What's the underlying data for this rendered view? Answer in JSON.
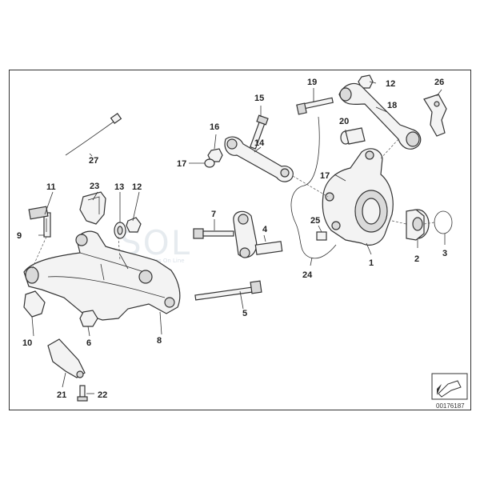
{
  "callouts": {
    "c1": "1",
    "c2": "2",
    "c3": "3",
    "c4": "4",
    "c5": "5",
    "c6": "6",
    "c7": "7",
    "c8": "8",
    "c9": "9",
    "c10": "10",
    "c11": "11",
    "c12a": "12",
    "c12b": "12",
    "c13": "13",
    "c14": "14",
    "c15": "15",
    "c16": "16",
    "c17a": "17",
    "c17b": "17",
    "c18": "18",
    "c19": "19",
    "c20": "20",
    "c21": "21",
    "c22": "22",
    "c23": "23",
    "c24": "24",
    "c25": "25",
    "c26": "26",
    "c27": "27"
  },
  "reference_number": "00176187",
  "watermark": {
    "main": "SOL",
    "sub": "Sales On Line"
  },
  "colors": {
    "line": "#333333",
    "fill": "#f3f3f3",
    "watermark": "#c9d3dd"
  }
}
